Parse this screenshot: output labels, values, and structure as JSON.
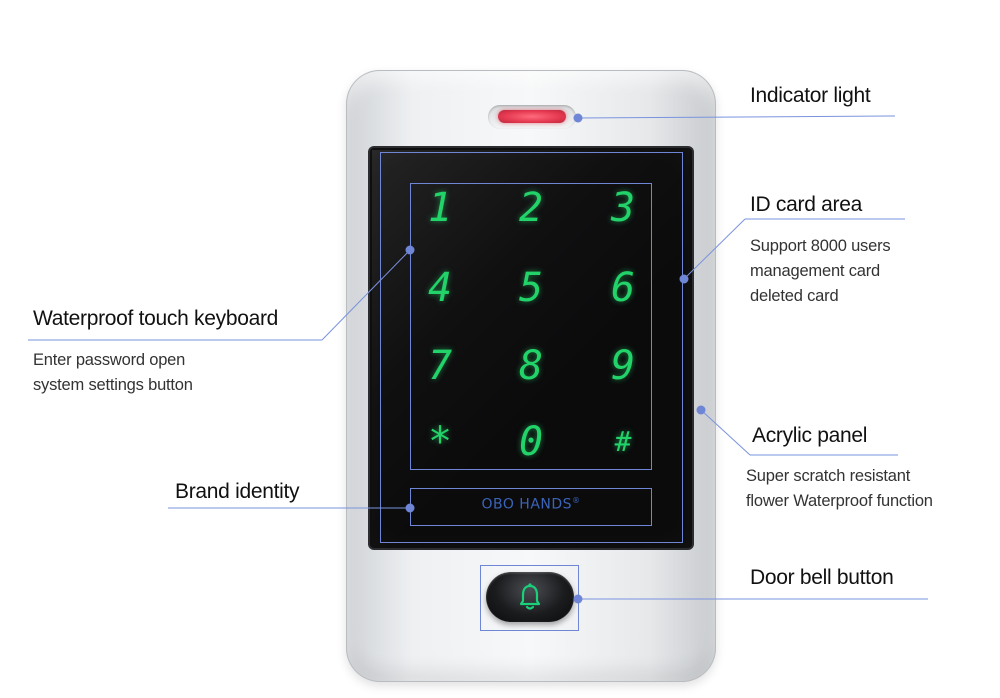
{
  "brand": {
    "text": "OBO HANDS",
    "mark": "®"
  },
  "keypad": [
    [
      "1",
      "2",
      "3"
    ],
    [
      "4",
      "5",
      "6"
    ],
    [
      "7",
      "8",
      "9"
    ],
    [
      "*",
      "0",
      "#"
    ]
  ],
  "callouts": {
    "indicator_light": {
      "title": "Indicator light"
    },
    "id_card_area": {
      "title": "ID card area",
      "lines": [
        "Support 8000 users",
        "management card",
        "deleted card"
      ]
    },
    "waterproof_keyboard": {
      "title": "Waterproof touch keyboard",
      "lines": [
        "Enter password open",
        "system settings button"
      ]
    },
    "acrylic_panel": {
      "title": "Acrylic panel",
      "lines": [
        "Super scratch resistant",
        "flower Waterproof function"
      ]
    },
    "brand_identity": {
      "title": "Brand identity"
    },
    "door_bell": {
      "title": "Door bell button"
    }
  },
  "colors": {
    "callout_line": "#7a93df",
    "key_glow": "#22d36a",
    "brand_text": "#3b64b8",
    "led": "#e43850"
  },
  "icons": {
    "bell": "bell-icon"
  }
}
